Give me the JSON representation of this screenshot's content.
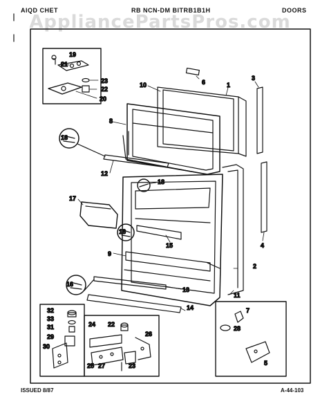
{
  "header": {
    "left": "AIQD CHET",
    "center": "RB  NCN-DM   BITRB1B1H",
    "right": "DOORS"
  },
  "watermark": "AppliancePartsPros.com",
  "footer": {
    "issued": "ISSUED 8/87",
    "code": "A-44-103"
  },
  "callouts": {
    "c1": "1",
    "c2": "2",
    "c3": "3",
    "c4": "4",
    "c5": "5",
    "c6": "6",
    "c7": "7",
    "c8": "8",
    "c9": "9",
    "c10": "10",
    "c11": "11",
    "c12": "12",
    "c13": "13",
    "c14": "14",
    "c15": "15",
    "c16a": "16",
    "c16b": "16",
    "c17": "17",
    "c18a": "18",
    "c18b": "18",
    "c19": "19",
    "c20": "20",
    "c21": "21",
    "c22a": "22",
    "c22b": "22",
    "c23a": "23",
    "c23b": "23",
    "c24": "24",
    "c25": "25",
    "c26": "26",
    "c27": "27",
    "c28": "28",
    "c29": "29",
    "c30": "30",
    "c31": "31",
    "c32": "32",
    "c33": "33"
  }
}
